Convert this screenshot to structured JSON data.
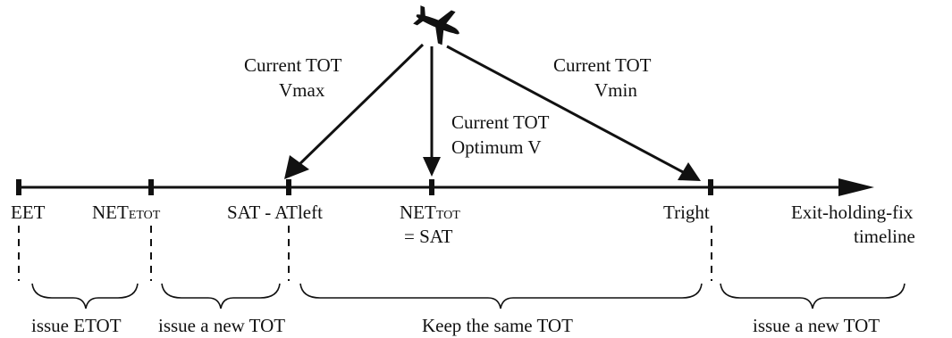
{
  "arrows": [
    {
      "line1": "Current TOT",
      "line2": "Vmax"
    },
    {
      "line1": "Current TOT",
      "line2": "Optimum V"
    },
    {
      "line1": "Current TOT",
      "line2": "Vmin"
    }
  ],
  "ticks": {
    "eet": "EET",
    "net_etot_main": "NET",
    "net_etot_sub": "ETOT",
    "sat_atleft": "SAT - ATleft",
    "net_tot_main": "NET",
    "net_tot_sub": "TOT",
    "net_tot_line2": "= SAT",
    "tright": "Tright"
  },
  "timeline": {
    "line1": "Exit-holding-fix",
    "line2": "timeline"
  },
  "segments": [
    {
      "label": "issue ETOT"
    },
    {
      "label": "issue a new TOT"
    },
    {
      "label": "Keep the same TOT"
    },
    {
      "label": "issue a new TOT"
    }
  ],
  "icons": {
    "aircraft": "airplane-icon"
  }
}
